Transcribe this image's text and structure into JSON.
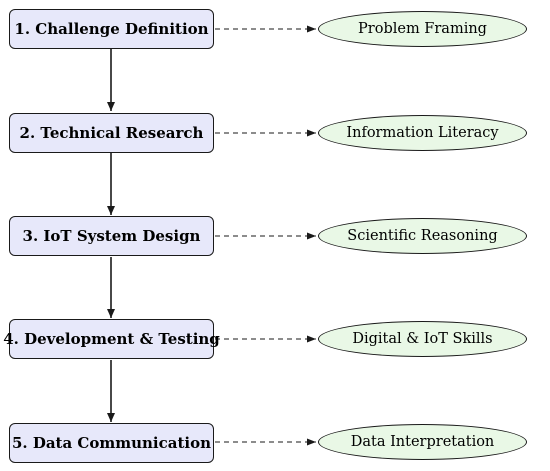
{
  "steps": [
    {
      "label": "1. Challenge Definition"
    },
    {
      "label": "2. Technical Research"
    },
    {
      "label": "3. IoT System Design"
    },
    {
      "label": "4. Development & Testing"
    },
    {
      "label": "5. Data Communication"
    }
  ],
  "skills": [
    {
      "label": "Problem Framing"
    },
    {
      "label": "Information Literacy"
    },
    {
      "label": "Scientific Reasoning"
    },
    {
      "label": "Digital & IoT Skills"
    },
    {
      "label": "Data Interpretation"
    }
  ],
  "colors": {
    "step_fill": "#e7e8fa",
    "skill_fill": "#e9f8e6",
    "stroke": "#1a1a1a"
  }
}
